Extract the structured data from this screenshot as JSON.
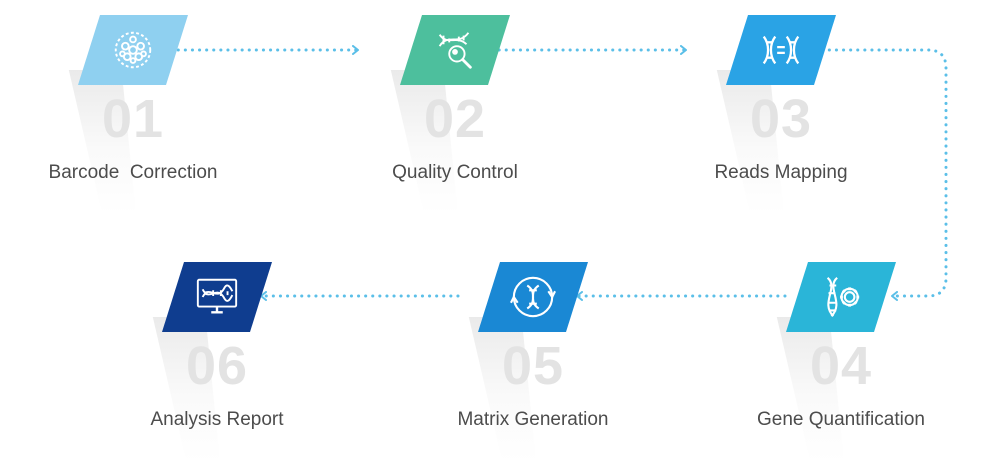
{
  "steps": [
    {
      "number": "01",
      "label": "Barcode  Correction",
      "color": "#8fd0f0",
      "icon": "cell-cluster-icon"
    },
    {
      "number": "02",
      "label": "Quality Control",
      "color": "#4dbf9d",
      "icon": "dna-magnifier-icon"
    },
    {
      "number": "03",
      "label": "Reads Mapping",
      "color": "#2aa3e5",
      "icon": "dna-alignment-icon"
    },
    {
      "number": "04",
      "label": "Gene Quantification",
      "color": "#2ab5d8",
      "icon": "dna-gear-icon"
    },
    {
      "number": "05",
      "label": "Matrix Generation",
      "color": "#1a88d4",
      "icon": "dna-cycle-icon"
    },
    {
      "number": "06",
      "label": "Analysis Report",
      "color": "#0f3d8f",
      "icon": "monitor-dna-icon"
    }
  ],
  "connector_color": "#5bbfe8"
}
